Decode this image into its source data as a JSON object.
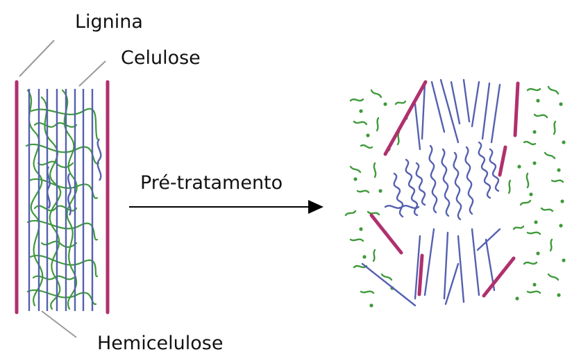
{
  "labels": {
    "lignin": "Lignina",
    "cellulose": "Celulose",
    "hemicellulose": "Hemicelulose",
    "process": "Pré-tratamento"
  },
  "components": {
    "lignin_color": "#b0306e",
    "cellulose_color": "#5560b0",
    "hemicellulose_color": "#3f9a3a",
    "pointer_color": "#9a9a9a",
    "arrow_color": "#000000"
  }
}
